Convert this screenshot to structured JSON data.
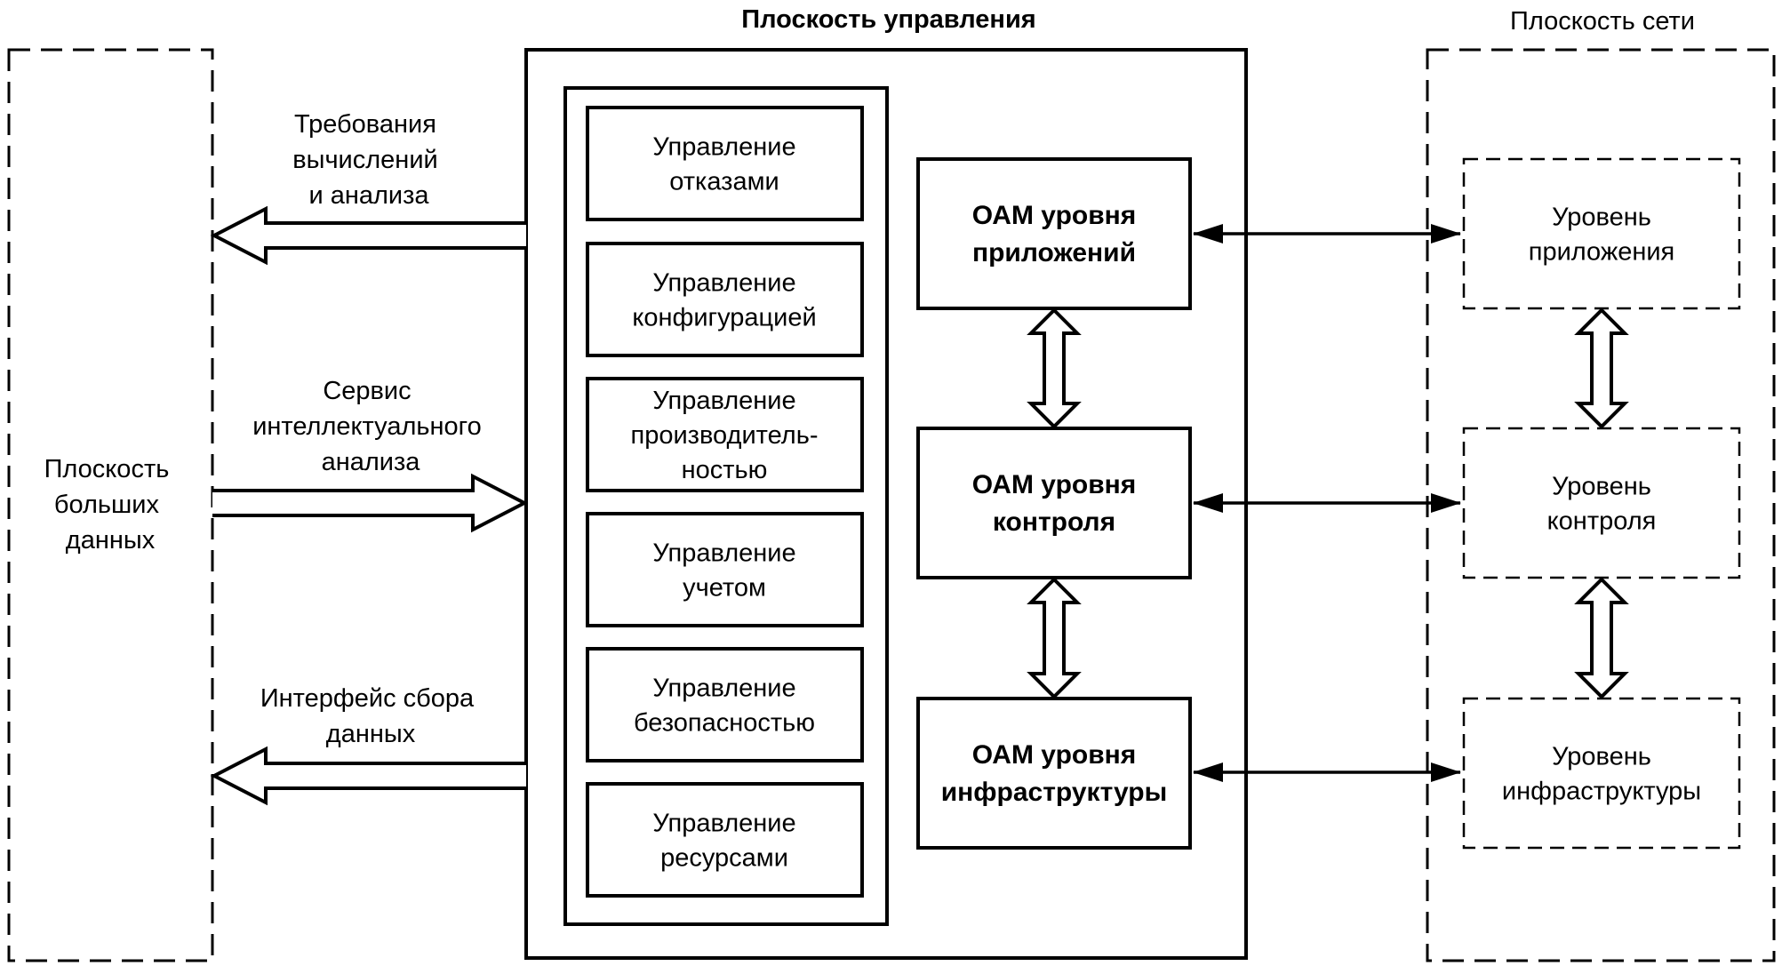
{
  "titles": {
    "control_plane": "Плоскость управления",
    "network_plane": "Плоскость сети"
  },
  "big_data_plane": {
    "lines": [
      "Плоскость",
      "больших",
      "данных"
    ]
  },
  "interfaces": [
    {
      "lines": [
        "Требования",
        "вычислений",
        "и анализа"
      ],
      "direction": "to-big-data"
    },
    {
      "lines": [
        "Сервис",
        "интеллектуального",
        "анализа"
      ],
      "direction": "to-control-plane"
    },
    {
      "lines": [
        "Интерфейс сбора",
        "данных"
      ],
      "direction": "to-big-data"
    }
  ],
  "management_functions": [
    {
      "lines": [
        "Управление",
        "отказами"
      ]
    },
    {
      "lines": [
        "Управление",
        "конфигурацией"
      ]
    },
    {
      "lines": [
        "Управление",
        "производитель-",
        "ностью"
      ]
    },
    {
      "lines": [
        "Управление",
        "учетом"
      ]
    },
    {
      "lines": [
        "Управление",
        "безопасностью"
      ]
    },
    {
      "lines": [
        "Управление",
        "ресурсами"
      ]
    }
  ],
  "oam_levels": [
    {
      "lines": [
        "ОАМ уровня",
        "приложений"
      ]
    },
    {
      "lines": [
        "ОАМ уровня",
        "контроля"
      ]
    },
    {
      "lines": [
        "ОАМ уровня",
        "инфраструктуры"
      ]
    }
  ],
  "network_levels": [
    {
      "lines": [
        "Уровень",
        "приложения"
      ]
    },
    {
      "lines": [
        "Уровень",
        "контроля"
      ]
    },
    {
      "lines": [
        "Уровень",
        "инфраструктуры"
      ]
    }
  ]
}
